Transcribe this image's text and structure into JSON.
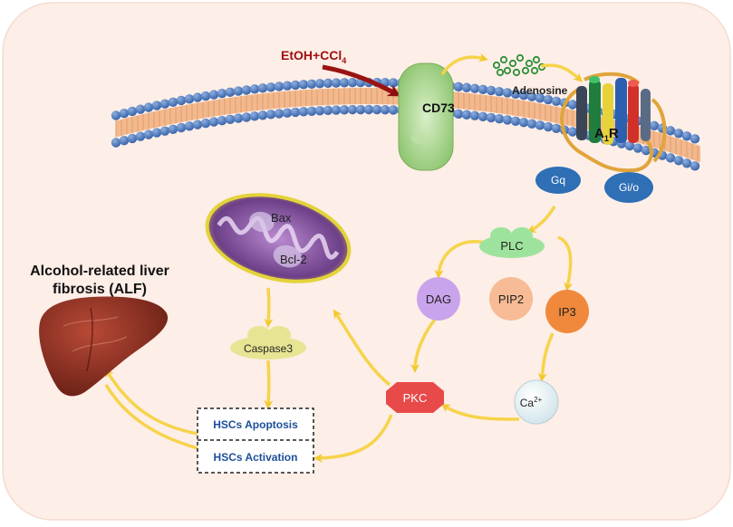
{
  "trigger": {
    "label": "EtOH+CCl",
    "subscript": "4"
  },
  "membrane_proteins": {
    "cd73": "CD73",
    "adenosine": "Adenosine",
    "receptor": "A",
    "receptor_sub": "1",
    "receptor_suffix": "R"
  },
  "g_proteins": {
    "gq": "Gq",
    "gio": "Gi/o"
  },
  "pathway": {
    "plc": "PLC",
    "dag": "DAG",
    "pip2": "PIP2",
    "ip3": "IP3",
    "ca": "Ca",
    "ca_sup": "2+",
    "pkc": "PKC"
  },
  "mitochondrion": {
    "bax": "Bax",
    "bcl2": "Bcl-2"
  },
  "apoptosis": {
    "caspase": "Caspase3"
  },
  "outcomes": {
    "apoptosis": "HSCs Apoptosis",
    "activation": "HSCs Activation"
  },
  "disease": {
    "line1": "Alcohol-related liver",
    "line2": "fibrosis (ALF)"
  },
  "colors": {
    "background": "#fdeee7",
    "arrow_yellow": "#f6d34a",
    "dark_red_arrow": "#9b1212",
    "cd73_green": "#a6d08a",
    "gq_blue": "#2e6fb5",
    "plc_green": "#9ee39d",
    "dag_purple": "#c9a4ec",
    "pip2_peach": "#f7bb95",
    "ip3_orange": "#f0893c",
    "pkc_red": "#e84a4a",
    "caspase_olive": "#e7e493",
    "liver_red": "#8a2a1f",
    "outcome_text": "#1d4f9a"
  }
}
